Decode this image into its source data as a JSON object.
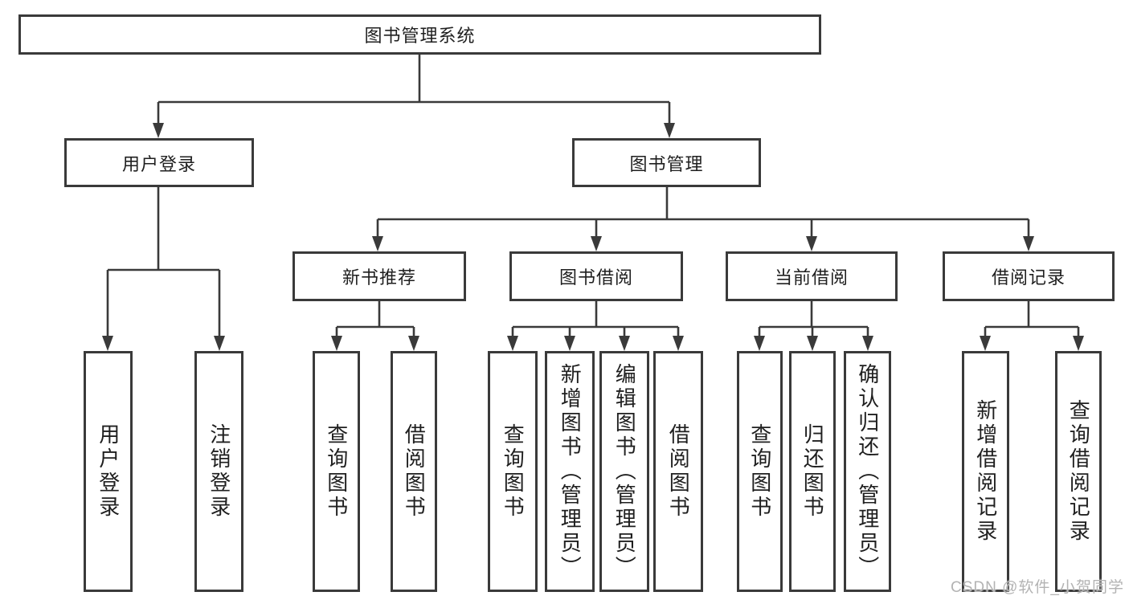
{
  "diagram": {
    "root": {
      "label": "图书管理系统"
    },
    "branches": [
      {
        "label": "用户登录",
        "children": [
          {
            "label": "用户登录"
          },
          {
            "label": "注销登录"
          }
        ]
      },
      {
        "label": "图书管理",
        "children": [
          {
            "label": "新书推荐",
            "children": [
              {
                "label": "查询图书"
              },
              {
                "label": "借阅图书"
              }
            ]
          },
          {
            "label": "图书借阅",
            "children": [
              {
                "label": "查询图书"
              },
              {
                "label": "新增图书（管理员）"
              },
              {
                "label": "编辑图书（管理员）"
              },
              {
                "label": "借阅图书"
              }
            ]
          },
          {
            "label": "当前借阅",
            "children": [
              {
                "label": "查询图书"
              },
              {
                "label": "归还图书"
              },
              {
                "label": "确认归还（管理员）"
              }
            ]
          },
          {
            "label": "借阅记录",
            "children": [
              {
                "label": "新增借阅记录"
              },
              {
                "label": "查询借阅记录"
              }
            ]
          }
        ]
      }
    ]
  },
  "watermark": {
    "text": "CSDN @软件_小贺同学"
  },
  "colors": {
    "line": "#3a3a3a",
    "text": "#1f1f1f",
    "background": "#ffffff",
    "watermark": "#b3b3b3"
  }
}
